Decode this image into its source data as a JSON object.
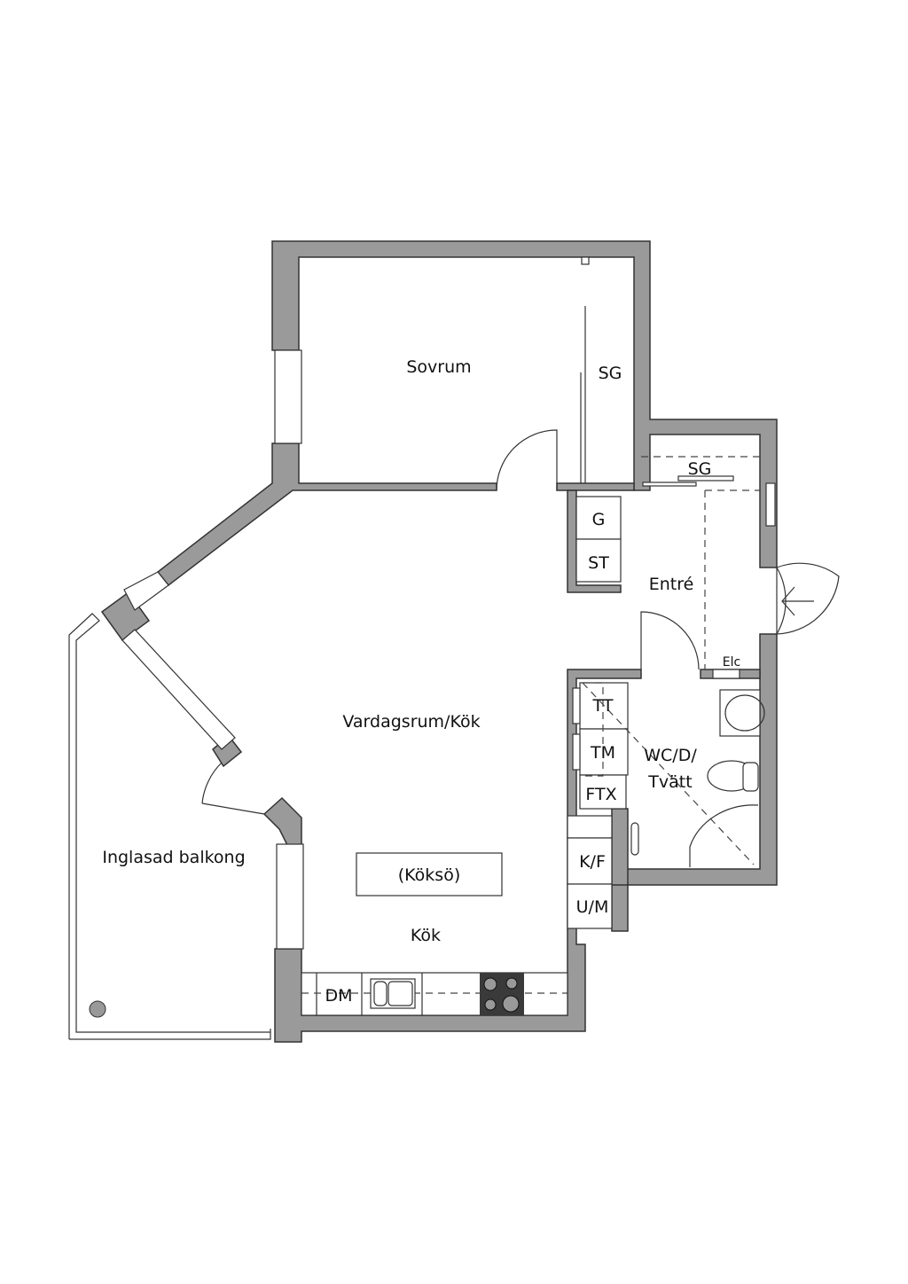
{
  "plan": {
    "rooms": {
      "sovrum": "Sovrum",
      "sg_bedroom": "SG",
      "sg_entre": "SG",
      "g": "G",
      "st": "ST",
      "entre": "Entré",
      "elc": "Elc",
      "vardagsrum": "Vardagsrum/Kök",
      "tt": "TT",
      "tm": "TM",
      "wc_line1": "WC/D/",
      "wc_line2": "Tvätt",
      "ftx": "FTX",
      "kf": "K/F",
      "um": "U/M",
      "balkong": "Inglasad balkong",
      "koksoe": "(Köksö)",
      "kok": "Kök",
      "dm": "DM"
    },
    "colors": {
      "wall": "#9a9a9a",
      "outline": "#333333",
      "stove": "#3a3a3a"
    }
  }
}
